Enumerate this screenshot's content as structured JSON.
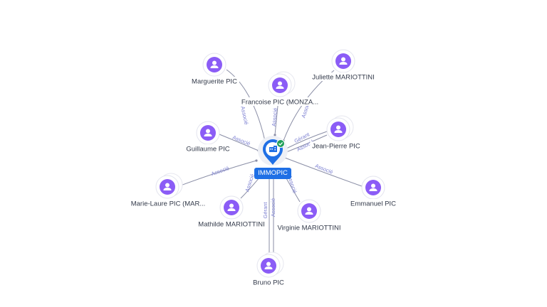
{
  "center": {
    "label": "IMMOPIC",
    "icon": "building-icon",
    "status_icon": "check-icon"
  },
  "persons": [
    {
      "id": "marguerite",
      "label": "Marguerite PIC",
      "stacked": false
    },
    {
      "id": "francoise",
      "label": "Francoise PIC (MONZA...",
      "stacked": true
    },
    {
      "id": "juliette",
      "label": "Juliette MARIOTTINI",
      "stacked": false
    },
    {
      "id": "guillaume",
      "label": "Guillaume PIC",
      "stacked": false
    },
    {
      "id": "jeanpierre",
      "label": "Jean-Pierre PIC",
      "stacked": true
    },
    {
      "id": "marielaure",
      "label": "Marie-Laure PIC (MAR...",
      "stacked": true
    },
    {
      "id": "emmanuel",
      "label": "Emmanuel PIC",
      "stacked": false
    },
    {
      "id": "mathilde",
      "label": "Mathilde MARIOTTINI",
      "stacked": false
    },
    {
      "id": "virginie",
      "label": "Virginie MARIOTTINI",
      "stacked": false
    },
    {
      "id": "bruno",
      "label": "Bruno PIC",
      "stacked": true
    }
  ],
  "edges": [
    {
      "from": "marguerite",
      "label": "Associé"
    },
    {
      "from": "francoise",
      "label": "Associé"
    },
    {
      "from": "juliette",
      "label": "Associé"
    },
    {
      "from": "guillaume",
      "label": "Associé"
    },
    {
      "from": "jeanpierre",
      "label": "Gérant"
    },
    {
      "from": "jeanpierre",
      "label": "Associé"
    },
    {
      "from": "marielaure",
      "label": "Associé"
    },
    {
      "from": "emmanuel",
      "label": "Associé"
    },
    {
      "from": "mathilde",
      "label": "Associé"
    },
    {
      "from": "virginie",
      "label": "Associé"
    },
    {
      "from": "bruno",
      "label": "Gérant"
    },
    {
      "from": "bruno",
      "label": "Associé"
    }
  ],
  "colors": {
    "node": "#8b5cf6",
    "center": "#1f6fe5",
    "edge": "#8a8ea6",
    "edge_label": "#7b7fd1",
    "check": "#22a05b"
  }
}
